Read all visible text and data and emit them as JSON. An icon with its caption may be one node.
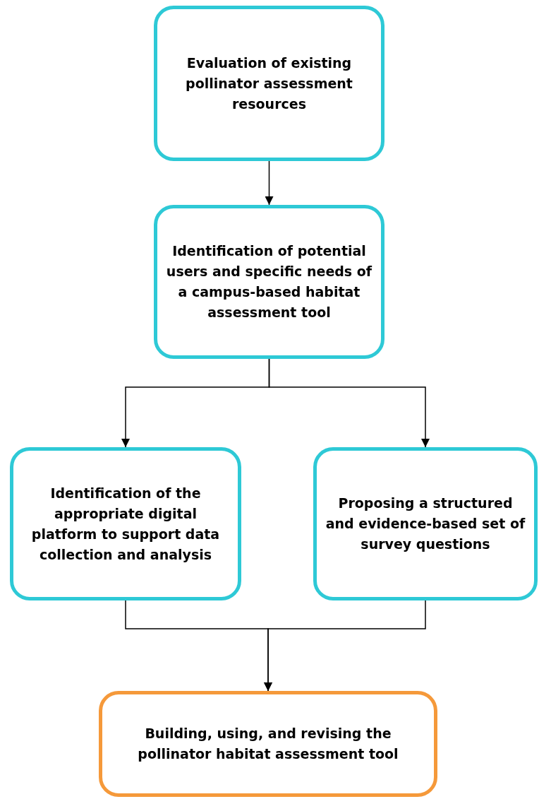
{
  "diagram": {
    "nodes": [
      {
        "text": [
          "Evaluation of existing pollinator assessment resources"
        ]
      },
      {
        "text": [
          "Identification of potential users and specific needs of a campus-based habitat assessment tool"
        ]
      },
      {
        "text": [
          "Identification of the appropriate digital platform to support data collection and analysis"
        ]
      },
      {
        "text": [
          "Proposing a structured and evidence-based set of survey questions"
        ]
      },
      {
        "text": [
          "Building, using, and revising the pollinator habitat assessment tool"
        ]
      }
    ],
    "edges": [
      {
        "from": 0,
        "to": 1,
        "arrow": "to"
      },
      {
        "from": 1,
        "to": 2,
        "arrow": "to"
      },
      {
        "from": 1,
        "to": 3,
        "arrow": "to"
      },
      {
        "from": 2,
        "to": 4,
        "arrow": "to"
      },
      {
        "from": 3,
        "to": 4,
        "arrow": "to"
      }
    ]
  }
}
